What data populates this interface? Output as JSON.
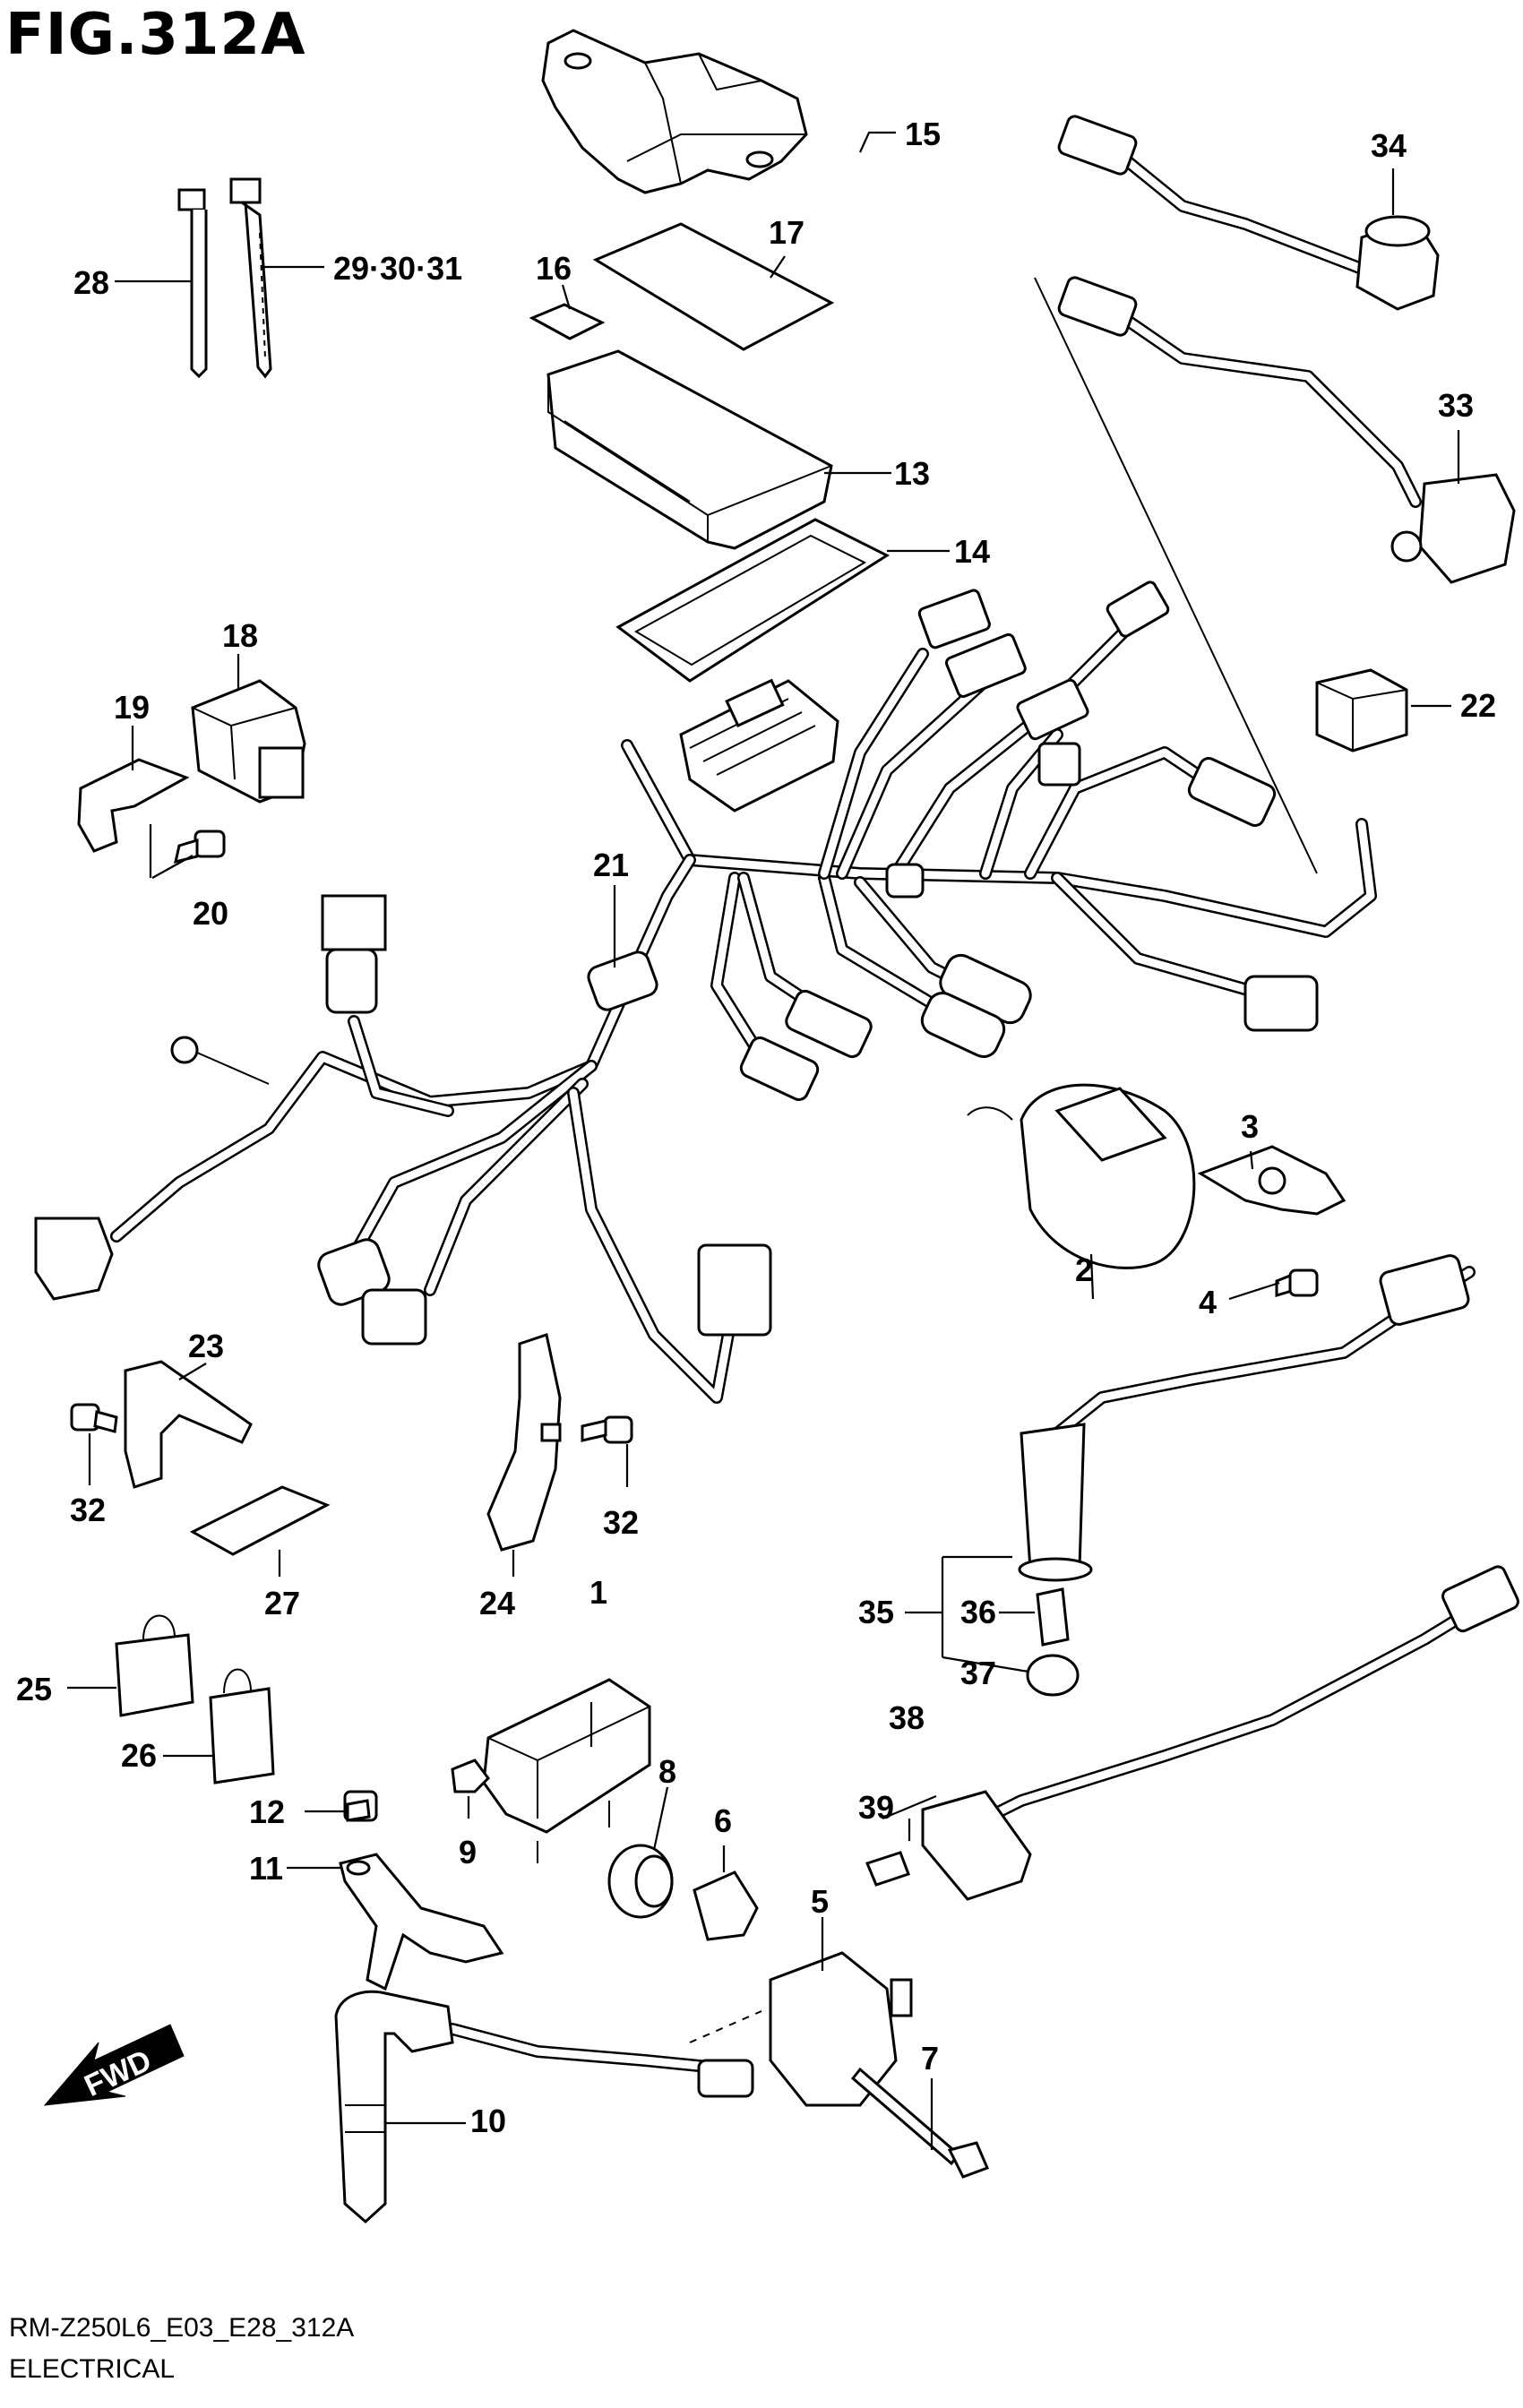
{
  "figure": {
    "title": "FIG.312A",
    "model_code": "RM-Z250L6_E03_E28_312A",
    "section": "ELECTRICAL",
    "direction_label": "FWD"
  },
  "callouts": [
    {
      "id": "1",
      "label": "1"
    },
    {
      "id": "2",
      "label": "2"
    },
    {
      "id": "3",
      "label": "3"
    },
    {
      "id": "4",
      "label": "4"
    },
    {
      "id": "5",
      "label": "5"
    },
    {
      "id": "6",
      "label": "6"
    },
    {
      "id": "7",
      "label": "7"
    },
    {
      "id": "8",
      "label": "8"
    },
    {
      "id": "9",
      "label": "9"
    },
    {
      "id": "10",
      "label": "10"
    },
    {
      "id": "11",
      "label": "11"
    },
    {
      "id": "12",
      "label": "12"
    },
    {
      "id": "13",
      "label": "13"
    },
    {
      "id": "14",
      "label": "14"
    },
    {
      "id": "15",
      "label": "15"
    },
    {
      "id": "16",
      "label": "16"
    },
    {
      "id": "17",
      "label": "17"
    },
    {
      "id": "18",
      "label": "18"
    },
    {
      "id": "19",
      "label": "19"
    },
    {
      "id": "20",
      "label": "20"
    },
    {
      "id": "21",
      "label": "21"
    },
    {
      "id": "22",
      "label": "22"
    },
    {
      "id": "23",
      "label": "23"
    },
    {
      "id": "24",
      "label": "24"
    },
    {
      "id": "25",
      "label": "25"
    },
    {
      "id": "26",
      "label": "26"
    },
    {
      "id": "27",
      "label": "27"
    },
    {
      "id": "28",
      "label": "28"
    },
    {
      "id": "29_30_31",
      "label": "29·30·31"
    },
    {
      "id": "32a",
      "label": "32"
    },
    {
      "id": "32b",
      "label": "32"
    },
    {
      "id": "33",
      "label": "33"
    },
    {
      "id": "34",
      "label": "34"
    },
    {
      "id": "35",
      "label": "35"
    },
    {
      "id": "36",
      "label": "36"
    },
    {
      "id": "37",
      "label": "37"
    },
    {
      "id": "38",
      "label": "38"
    },
    {
      "id": "39",
      "label": "39"
    }
  ]
}
